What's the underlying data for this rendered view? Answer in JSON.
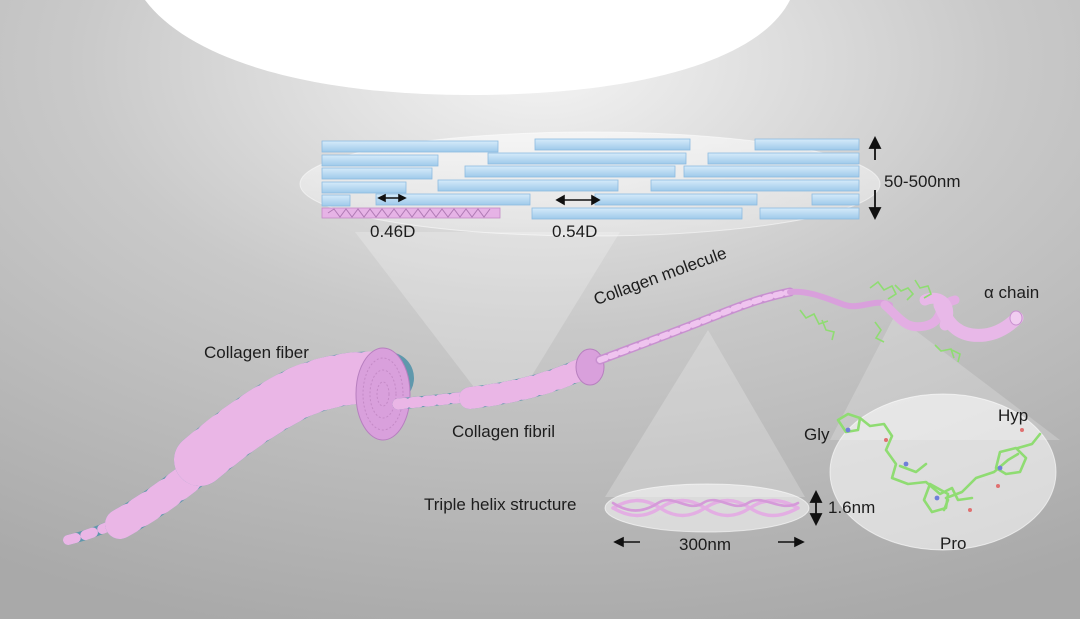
{
  "labels": {
    "fiber": "Collagen fiber",
    "fibril": "Collagen fibril",
    "molecule": "Collagen molecule",
    "alpha_chain": "α chain",
    "triple_helix": "Triple helix structure",
    "helix_diameter": "1.6nm",
    "helix_length": "300nm",
    "fibril_diameter": "50-500nm",
    "gap_region": "0.46D",
    "overlap_region": "0.54D",
    "gly": "Gly",
    "pro": "Pro",
    "hyp": "Hyp"
  },
  "colors": {
    "pink": "#eab6e6",
    "teal": "#5f98ac",
    "bar_blue": "#b9daf2",
    "stick_green": "#8fdc72"
  }
}
